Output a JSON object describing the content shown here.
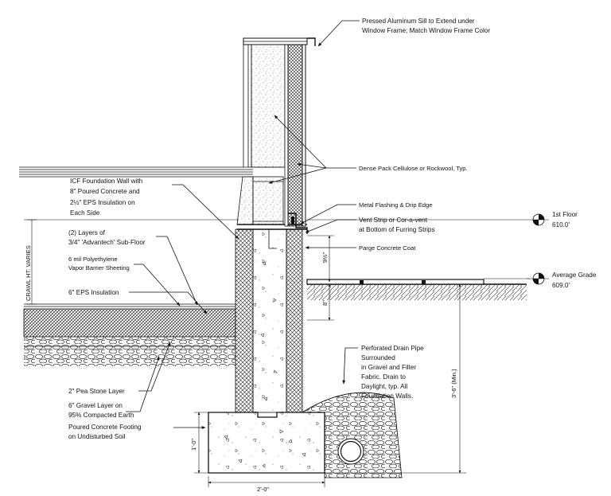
{
  "labels": {
    "sill": [
      "Pressed Aluminum Sill to Extend under",
      "Window Frame; Match Window Frame Color"
    ],
    "cellulose": "Dense Pack Cellulose or Rockwool, Typ.",
    "flashing": "Metal Flashing & Drip Edge",
    "vent": [
      "Vent Strip or Cor-a-vent",
      "at Bottom of Furring Strips"
    ],
    "parge": "Parge Concrete Coat",
    "icf": [
      "ICF Foundation Wall with",
      "8\" Poured Concrete and",
      "2½\" EPS Insulation on",
      "Each Side"
    ],
    "subfloor": [
      "(2) Layers of",
      "3/4\" 'Advantech' Sub-Floor"
    ],
    "vapor": [
      "6 mil Polyethylene",
      "Vapor Barrier Sheeting"
    ],
    "eps": "6\" EPS Insulation",
    "crawl": "CRAWL HT. VARIES",
    "pea": "2\" Pea Stone Layer",
    "gravel": [
      "6\" Gravel Layer on",
      "95% Compacted Earth"
    ],
    "footing": [
      "Poured Concrete Footing",
      "on Undisturbed Soil"
    ],
    "drain": [
      "Perforated Drain Pipe",
      "Surrounded",
      "in Gravel and Filter",
      "Fabric. Drain to",
      "Daylight, typ. All",
      "Foundation Walls."
    ]
  },
  "levels": {
    "first_floor": {
      "name": "1st Floor",
      "elev": "610.0'"
    },
    "grade": {
      "name": "Average Grade",
      "elev": "609.0'"
    }
  },
  "dimensions": {
    "curb": "9½\"",
    "grade_drop": "8\"",
    "depth_min": "3'-6\" (Min.)",
    "footing_height": "1'-0\"",
    "footing_width": "2'-0\""
  }
}
